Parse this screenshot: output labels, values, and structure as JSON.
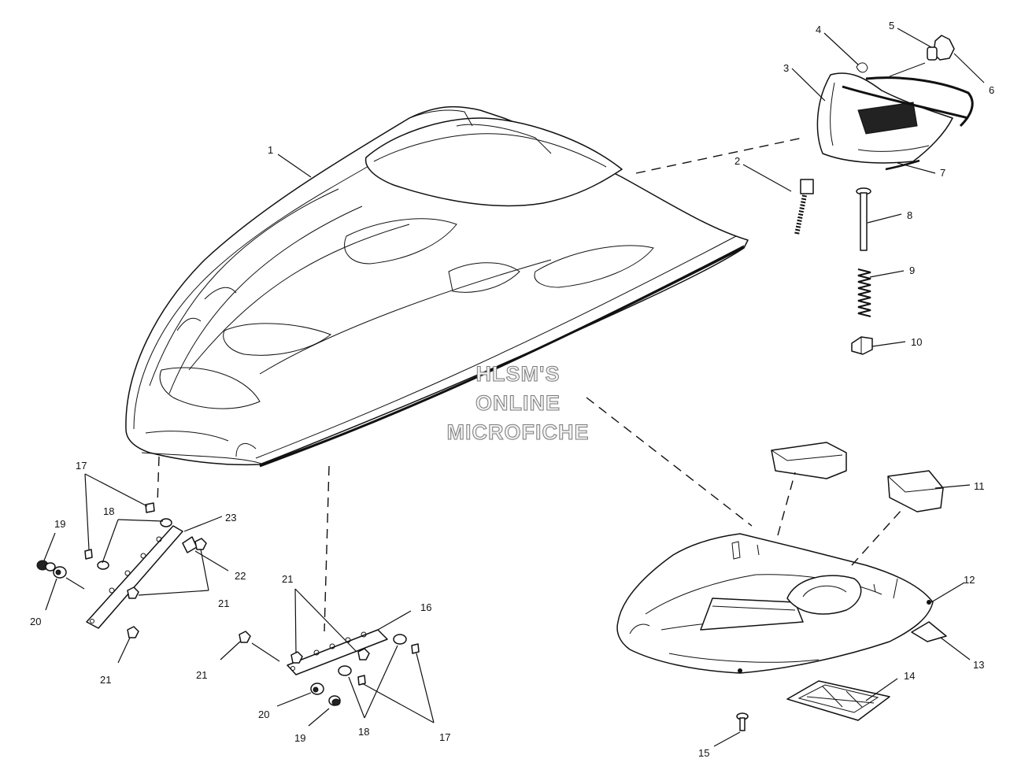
{
  "watermark": {
    "lines": [
      "HLSM'S",
      "ONLINE",
      "MICROFICHE"
    ]
  },
  "callouts": {
    "c1": "1",
    "c2": "2",
    "c3": "3",
    "c4": "4",
    "c5": "5",
    "c6": "6",
    "c7": "7",
    "c8": "8",
    "c9": "9",
    "c10": "10",
    "c11": "11",
    "c12": "12",
    "c13": "13",
    "c14": "14",
    "c15": "15",
    "c16": "16",
    "c17a": "17",
    "c17b": "17",
    "c18a": "18",
    "c18b": "18",
    "c19a": "19",
    "c19b": "19",
    "c20a": "20",
    "c20b": "20",
    "c21a": "21",
    "c21b": "21",
    "c21c": "21",
    "c21d": "21",
    "c22": "22",
    "c23": "23"
  }
}
